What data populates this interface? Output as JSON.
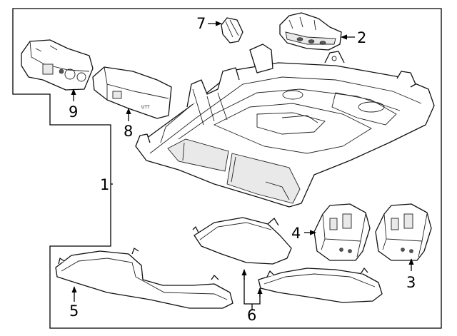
{
  "diagram": {
    "callouts": [
      {
        "id": "1",
        "text": "1"
      },
      {
        "id": "2",
        "text": "2"
      },
      {
        "id": "3",
        "text": "3"
      },
      {
        "id": "4",
        "text": "4"
      },
      {
        "id": "5",
        "text": "5"
      },
      {
        "id": "6",
        "text": "6"
      },
      {
        "id": "7",
        "text": "7"
      },
      {
        "id": "8",
        "text": "8"
      },
      {
        "id": "9",
        "text": "9"
      }
    ],
    "small_print": {
      "switch_label": "UTT"
    }
  }
}
